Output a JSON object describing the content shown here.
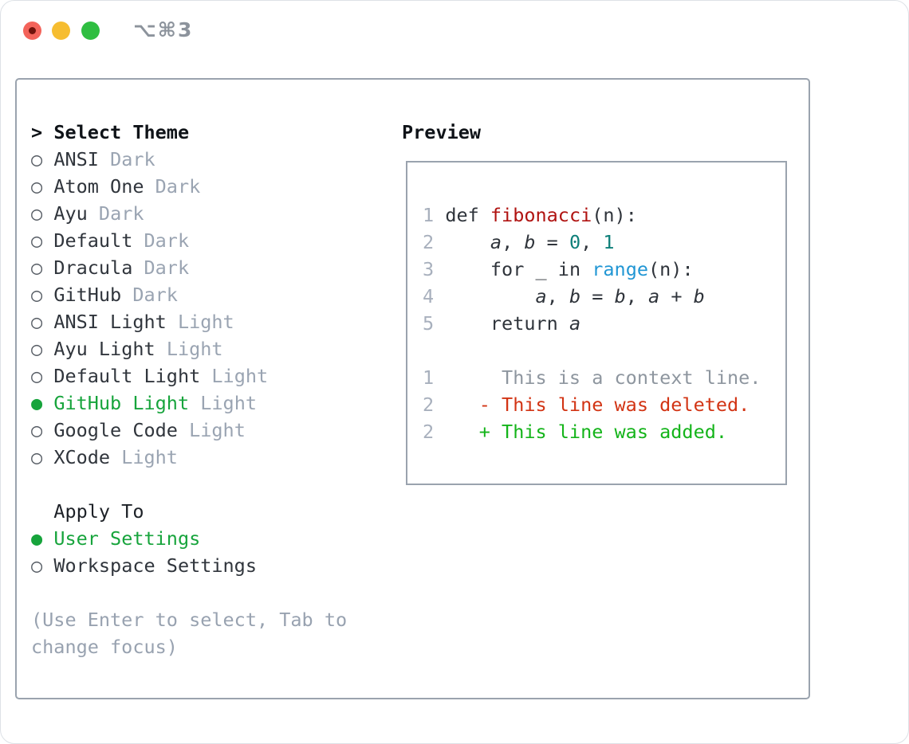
{
  "window": {
    "title": "⌥⌘3"
  },
  "theme_picker": {
    "header": {
      "prefix": ">",
      "label": "Select Theme"
    },
    "items": [
      {
        "marker": "○",
        "name": "ANSI",
        "variant": "Dark",
        "selected": false
      },
      {
        "marker": "○",
        "name": "Atom One",
        "variant": "Dark",
        "selected": false
      },
      {
        "marker": "○",
        "name": "Ayu",
        "variant": "Dark",
        "selected": false
      },
      {
        "marker": "○",
        "name": "Default",
        "variant": "Dark",
        "selected": false
      },
      {
        "marker": "○",
        "name": "Dracula",
        "variant": "Dark",
        "selected": false
      },
      {
        "marker": "○",
        "name": "GitHub",
        "variant": "Dark",
        "selected": false
      },
      {
        "marker": "○",
        "name": "ANSI Light",
        "variant": "Light",
        "selected": false
      },
      {
        "marker": "○",
        "name": "Ayu Light",
        "variant": "Light",
        "selected": false
      },
      {
        "marker": "○",
        "name": "Default Light",
        "variant": "Light",
        "selected": false
      },
      {
        "marker": "●",
        "name": "GitHub Light",
        "variant": "Light",
        "selected": true
      },
      {
        "marker": "○",
        "name": "Google Code",
        "variant": "Light",
        "selected": false
      },
      {
        "marker": "○",
        "name": "XCode",
        "variant": "Light",
        "selected": false
      }
    ],
    "apply_to": {
      "header": "Apply To",
      "options": [
        {
          "marker": "●",
          "label": "User Settings",
          "selected": true
        },
        {
          "marker": "○",
          "label": "Workspace Settings",
          "selected": false
        }
      ]
    },
    "hint_lines": [
      "(Use Enter to select, Tab to",
      "change focus)"
    ]
  },
  "preview": {
    "title": "Preview",
    "lines": [
      [
        [
          "1",
          "ln"
        ],
        [
          " ",
          "pl"
        ],
        [
          "def ",
          "pl"
        ],
        [
          "fibonacci",
          "fn"
        ],
        [
          "(n):",
          "pl"
        ]
      ],
      [
        [
          "2",
          "ln"
        ],
        [
          "     ",
          "pl"
        ],
        [
          "a",
          "var"
        ],
        [
          ", ",
          "pl"
        ],
        [
          "b",
          "var"
        ],
        [
          " = ",
          "pl"
        ],
        [
          "0",
          "num"
        ],
        [
          ", ",
          "pl"
        ],
        [
          "1",
          "num"
        ]
      ],
      [
        [
          "3",
          "ln"
        ],
        [
          "     ",
          "pl"
        ],
        [
          "for _ in ",
          "pl"
        ],
        [
          "range",
          "call"
        ],
        [
          "(n):",
          "pl"
        ]
      ],
      [
        [
          "4",
          "ln"
        ],
        [
          "         ",
          "pl"
        ],
        [
          "a",
          "var"
        ],
        [
          ", ",
          "pl"
        ],
        [
          "b",
          "var"
        ],
        [
          " = ",
          "pl"
        ],
        [
          "b",
          "var"
        ],
        [
          ", ",
          "pl"
        ],
        [
          "a",
          "var"
        ],
        [
          " + ",
          "pl"
        ],
        [
          "b",
          "var"
        ]
      ],
      [
        [
          "5",
          "ln"
        ],
        [
          "     ",
          "pl"
        ],
        [
          "return ",
          "pl"
        ],
        [
          "a",
          "var"
        ]
      ],
      [],
      [
        [
          "1",
          "ln"
        ],
        [
          "      ",
          "pl"
        ],
        [
          "This is a context line.",
          "ctx"
        ]
      ],
      [
        [
          "2",
          "ln"
        ],
        [
          "    ",
          "pl"
        ],
        [
          "- This line was deleted.",
          "del"
        ]
      ],
      [
        [
          "2",
          "ln"
        ],
        [
          "    ",
          "pl"
        ],
        [
          "+ This line was added.",
          "add"
        ]
      ]
    ]
  },
  "colors": {
    "panel_border": "#9aa3ae",
    "selection_green": "#17a43c",
    "added_green": "#14b41a",
    "deleted_red": "#d23414",
    "function_red": "#b01311",
    "number_teal": "#0e7f79",
    "call_blue": "#2196d4",
    "muted_gray": "#9aa4b2",
    "traffic_red": "#f3635a",
    "traffic_yellow": "#f6bd30",
    "traffic_green": "#2fbe41"
  }
}
